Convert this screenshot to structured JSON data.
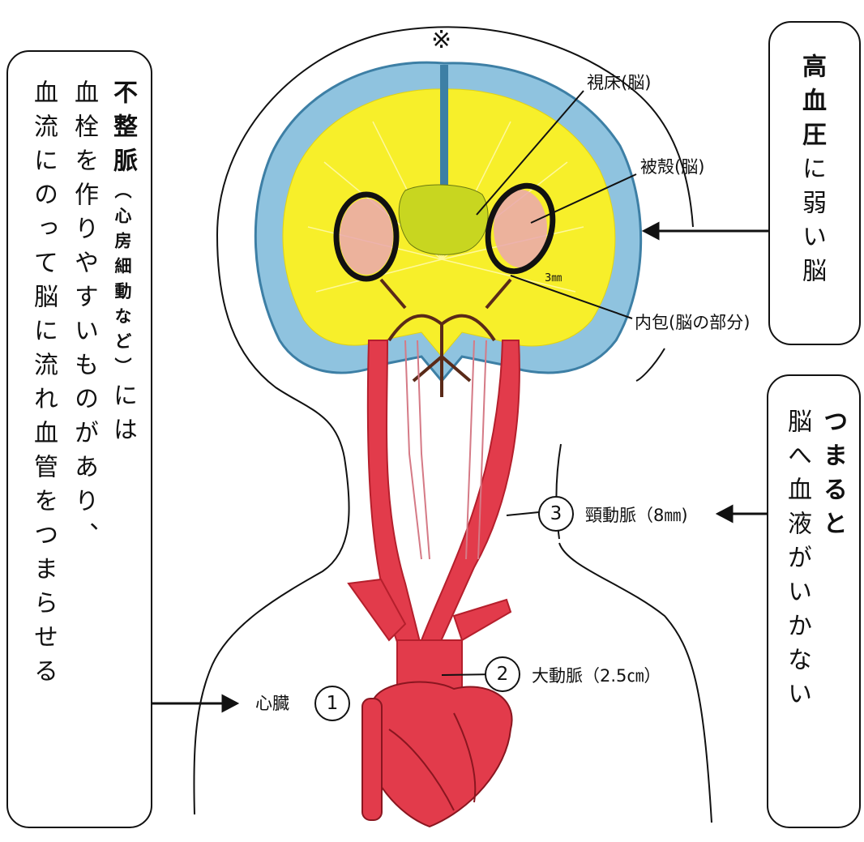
{
  "asterisk": "※",
  "left_box": {
    "col_title": "不整脈",
    "col_paren": "（心房細動など）",
    "col_ha": "には",
    "col_2": "血栓を作りやすいものがあり、",
    "col_3": "血流にのって脳に流れ血管をつまらせる"
  },
  "right_top_box": {
    "bold_text": "高血圧",
    "rest_text": "に弱い脳"
  },
  "right_bottom_box": {
    "bold_text": "つまると",
    "col_2": "脳へ血液がいかない"
  },
  "labels": {
    "thalamus": "視床(脳)",
    "putamen": "被殻(脳)",
    "internal_capsule": "内包(脳の部分)",
    "heart": "心臓",
    "aorta": "大動脈（2.5㎝）",
    "carotid": "頸動脈（8㎜)",
    "sketch_note": "3㎜"
  },
  "numbers": {
    "n1": "1",
    "n2": "2",
    "n3": "3"
  },
  "colors": {
    "white_matter": "#f7ef2a",
    "cortex": "#8fc3df",
    "artery": "#e23b4b",
    "thalamus": "#c8d620",
    "putamen": "#eaa7b0"
  }
}
